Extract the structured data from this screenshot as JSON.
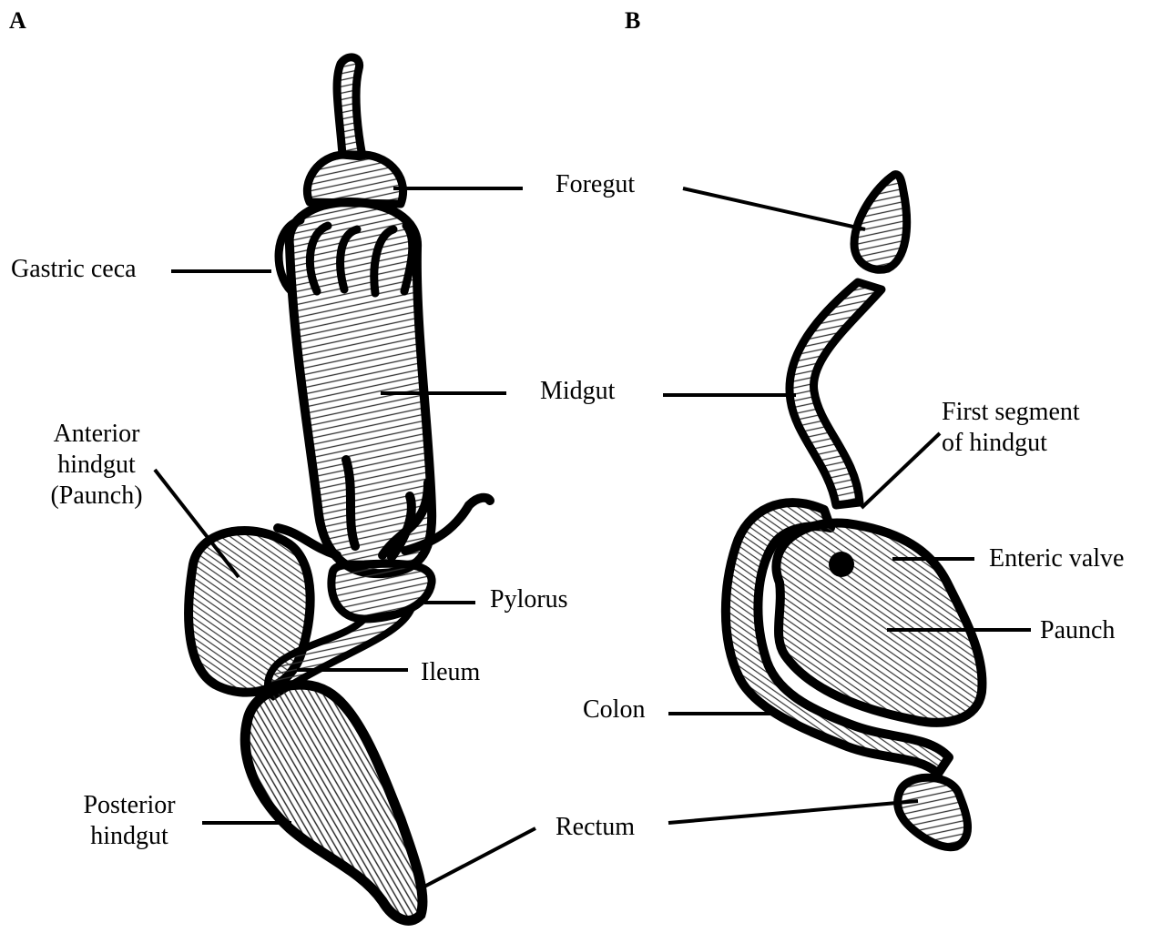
{
  "panels": {
    "a": {
      "letter": "A",
      "labels": {
        "foregut": "Foregut",
        "gastric_ceca": "Gastric ceca",
        "midgut": "Midgut",
        "anterior_hindgut_l1": "Anterior",
        "anterior_hindgut_l2": "hindgut",
        "anterior_hindgut_l3": "(Paunch)",
        "pylorus": "Pylorus",
        "ileum": "Ileum",
        "posterior_hindgut_l1": "Posterior",
        "posterior_hindgut_l2": "hindgut",
        "rectum": "Rectum"
      }
    },
    "b": {
      "letter": "B",
      "labels": {
        "first_segment_l1": "First segment",
        "first_segment_l2": "of hindgut",
        "enteric_valve": "Enteric valve",
        "paunch": "Paunch",
        "colon": "Colon"
      }
    }
  },
  "colors": {
    "ink": "#000000",
    "paper": "#ffffff",
    "hatch": "#444444"
  }
}
